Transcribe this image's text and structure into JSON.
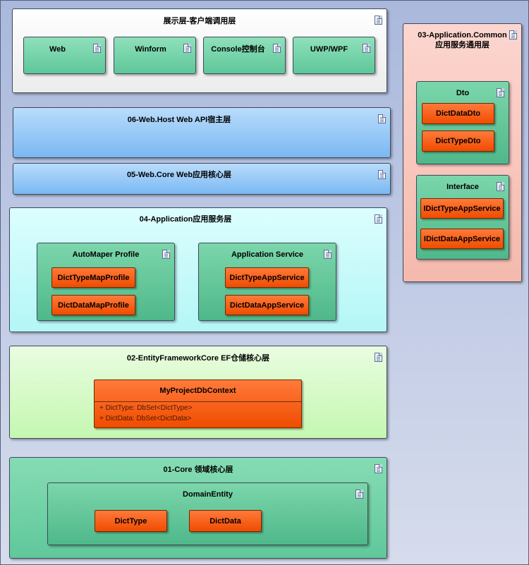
{
  "presentation": {
    "title": "展示层-客户端调用层",
    "clients": [
      "Web",
      "Winform",
      "Console控制台",
      "UWP/WPF"
    ]
  },
  "web_host": {
    "title": "06-Web.Host Web API宿主层"
  },
  "web_core": {
    "title": "05-Web.Core Web应用核心层"
  },
  "application": {
    "title": "04-Application应用服务层",
    "automapper": {
      "title": "AutoMaper Profile",
      "classes": [
        "DictTypeMapProfile",
        "DictDataMapProfile"
      ]
    },
    "service": {
      "title": "Application Service",
      "classes": [
        "DictTypeAppService",
        "DictDataAppService"
      ]
    }
  },
  "efcore": {
    "title": "02-EntityFrameworkCore EF仓储核心层",
    "context": {
      "name": "MyProjectDbContext",
      "attributes": [
        "+    DictType: DbSet<DictType>",
        "+    DictData: DbSet<DictData>"
      ]
    }
  },
  "core": {
    "title": "01-Core 领域核心层",
    "domain": {
      "title": "DomainEntity",
      "classes": [
        "DictType",
        "DictData"
      ]
    }
  },
  "common": {
    "title": "03-Application.Common\n应用服务通用层",
    "dto": {
      "title": "Dto",
      "classes": [
        "DictDataDto",
        "DictTypeDto"
      ]
    },
    "interface": {
      "title": "Interface",
      "classes": [
        "IDictTypeAppService",
        "IDictDataAppService"
      ]
    }
  },
  "colors": {
    "presentation_bg": "#f2f2f2",
    "web_layer_bg": "#8fc4f7",
    "application_bg": "#c9fbfb",
    "efcore_bg": "#d6fbc7",
    "core_bg": "#6fd3a6",
    "common_bg": "#f7c4bb",
    "class_fill": "#f55a10"
  }
}
